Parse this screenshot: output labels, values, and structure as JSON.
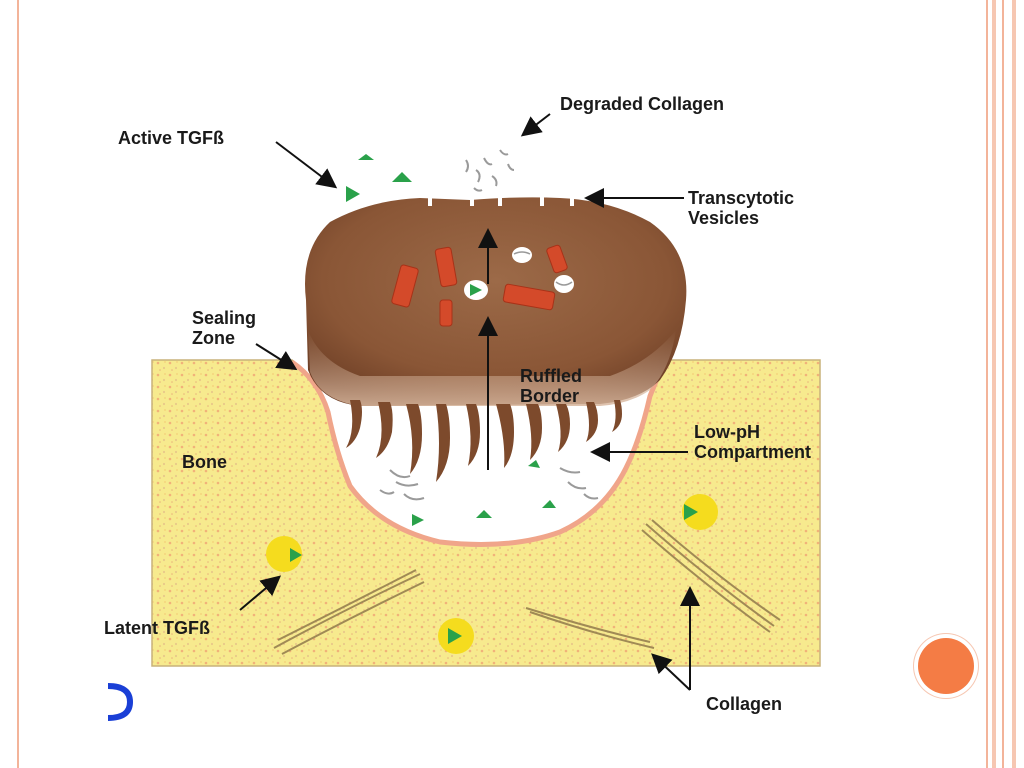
{
  "labels": {
    "degraded_collagen": "Degraded Collagen",
    "active_tgf": "Active TGFß",
    "transcytotic_1": "Transcytotic",
    "transcytotic_2": "Vesicles",
    "sealing_1": "Sealing",
    "sealing_2": "Zone",
    "ruffled_1": "Ruffled",
    "ruffled_2": "Border",
    "lowph_1": "Low-pH",
    "lowph_2": "Compartment",
    "bone": "Bone",
    "latent_tgf": "Latent TGFß",
    "collagen": "Collagen"
  },
  "colors": {
    "bone": "#f7e98c",
    "osteoclast": "#8c5a3c",
    "tgf": "#2aa14a",
    "latent_halo": "#f5dc1e",
    "vesicle_red": "#d44a2a",
    "collagen_fiber": "#a08a55",
    "accent_dot": "#f47c45",
    "frame": "#f3b49a"
  }
}
